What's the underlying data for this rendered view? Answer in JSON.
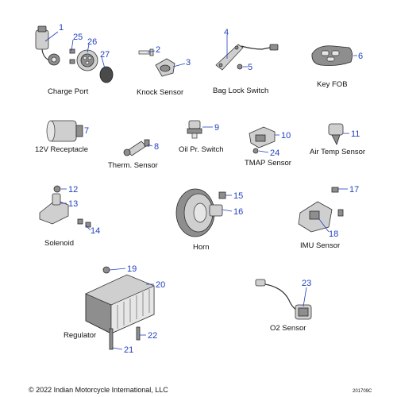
{
  "colors": {
    "callout": "#1f3fbf",
    "text": "#111111"
  },
  "labels": {
    "charge_port": "Charge Port",
    "knock_sensor": "Knock Sensor",
    "bag_lock_switch": "Bag Lock Switch",
    "key_fob": "Key FOB",
    "receptacle_12v": "12V Receptacle",
    "therm_sensor": "Therm. Sensor",
    "oil_pr_switch": "Oil Pr. Switch",
    "tmap_sensor": "TMAP Sensor",
    "air_temp_sensor": "Air Temp Sensor",
    "solenoid": "Solenoid",
    "horn": "Horn",
    "imu_sensor": "IMU Sensor",
    "regulator": "Regulator",
    "o2_sensor": "O2 Sensor"
  },
  "callouts": [
    "1",
    "2",
    "3",
    "4",
    "5",
    "6",
    "7",
    "8",
    "9",
    "10",
    "11",
    "12",
    "13",
    "14",
    "15",
    "16",
    "17",
    "18",
    "19",
    "20",
    "21",
    "22",
    "23",
    "24",
    "25",
    "26",
    "27"
  ],
  "footer": {
    "copyright": "© 2022 Indian Motorcycle International, LLC",
    "drawing_code": "201709C"
  }
}
